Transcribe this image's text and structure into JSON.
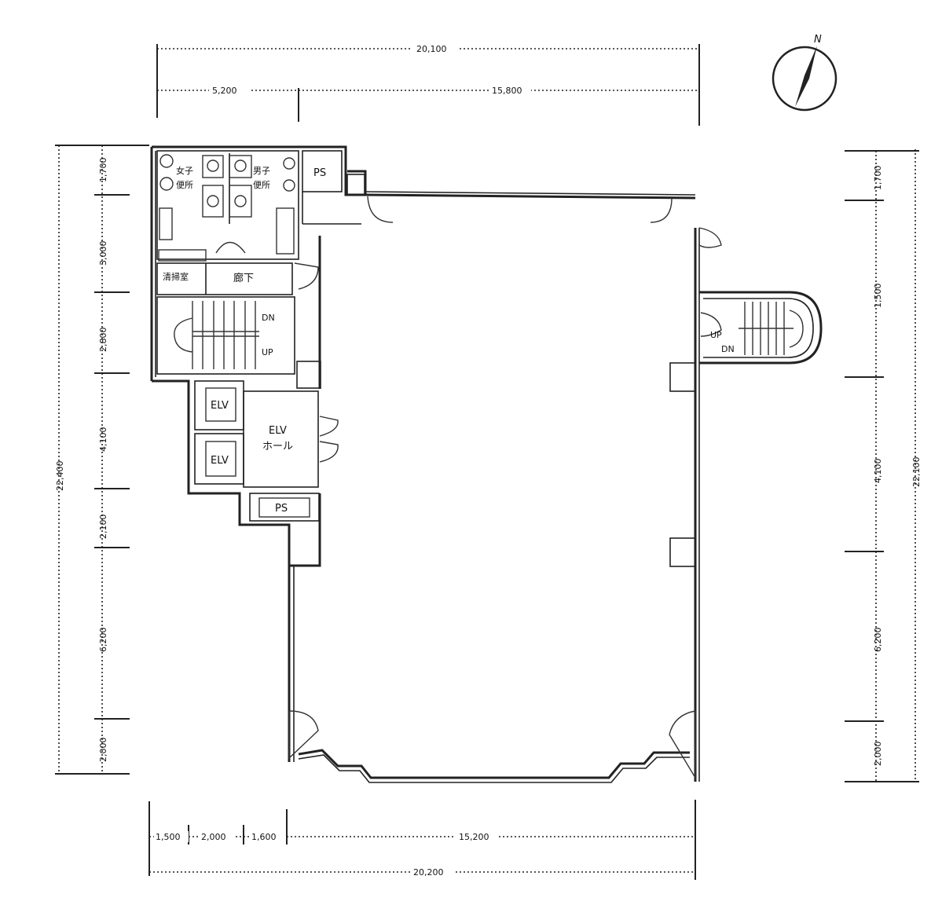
{
  "north": {
    "label": "N"
  },
  "dims": {
    "top_total": "20,100",
    "top_left": "5,200",
    "top_right": "15,800",
    "bottom_total": "20,200",
    "bottom_a": "1,500",
    "bottom_b": "2,000",
    "bottom_c": "1,600",
    "bottom_d": "15,200",
    "left_total": "22,400",
    "left_1": "1,700",
    "left_2": "3,000",
    "left_3": "2,800",
    "left_4": "4,100",
    "left_5": "2,100",
    "left_6": "6,200",
    "left_7": "2,000",
    "right_total": "22,100",
    "right_1": "1,700",
    "right_2": "1,500",
    "right_3": "4,100",
    "right_4": "6,200",
    "right_5": "2,000"
  },
  "rooms": {
    "women_wc_1": "女子",
    "women_wc_2": "便所",
    "men_wc_1": "男子",
    "men_wc_2": "便所",
    "ps_top": "PS",
    "ps_bottom": "PS",
    "janitor": "清掃室",
    "corridor": "廊下",
    "stair_dn": "DN",
    "stair_up": "UP",
    "elv_top": "ELV",
    "elv_bottom": "ELV",
    "elv_hall_1": "ELV",
    "elv_hall_2": "ホール",
    "ext_stair_up": "UP",
    "ext_stair_dn": "DN"
  }
}
